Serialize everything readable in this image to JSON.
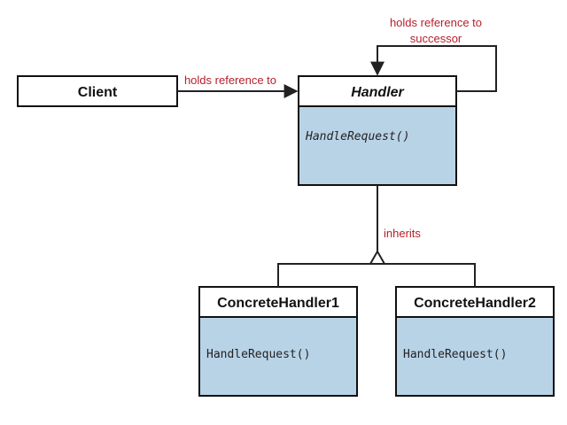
{
  "classes": {
    "client": {
      "name": "Client"
    },
    "handler": {
      "name": "Handler",
      "method": "HandleRequest()"
    },
    "concrete1": {
      "name": "ConcreteHandler1",
      "method": "HandleRequest()"
    },
    "concrete2": {
      "name": "ConcreteHandler2",
      "method": "HandleRequest()"
    }
  },
  "relations": {
    "client_to_handler": "holds reference to",
    "successor_line1": "holds reference to",
    "successor_line2": "successor",
    "inherits": "inherits"
  },
  "colors": {
    "method_fill": "#b9d3e6",
    "title_fill": "#ffffff",
    "stroke": "#111111",
    "label": "#b51f2a",
    "line": "#222222"
  }
}
